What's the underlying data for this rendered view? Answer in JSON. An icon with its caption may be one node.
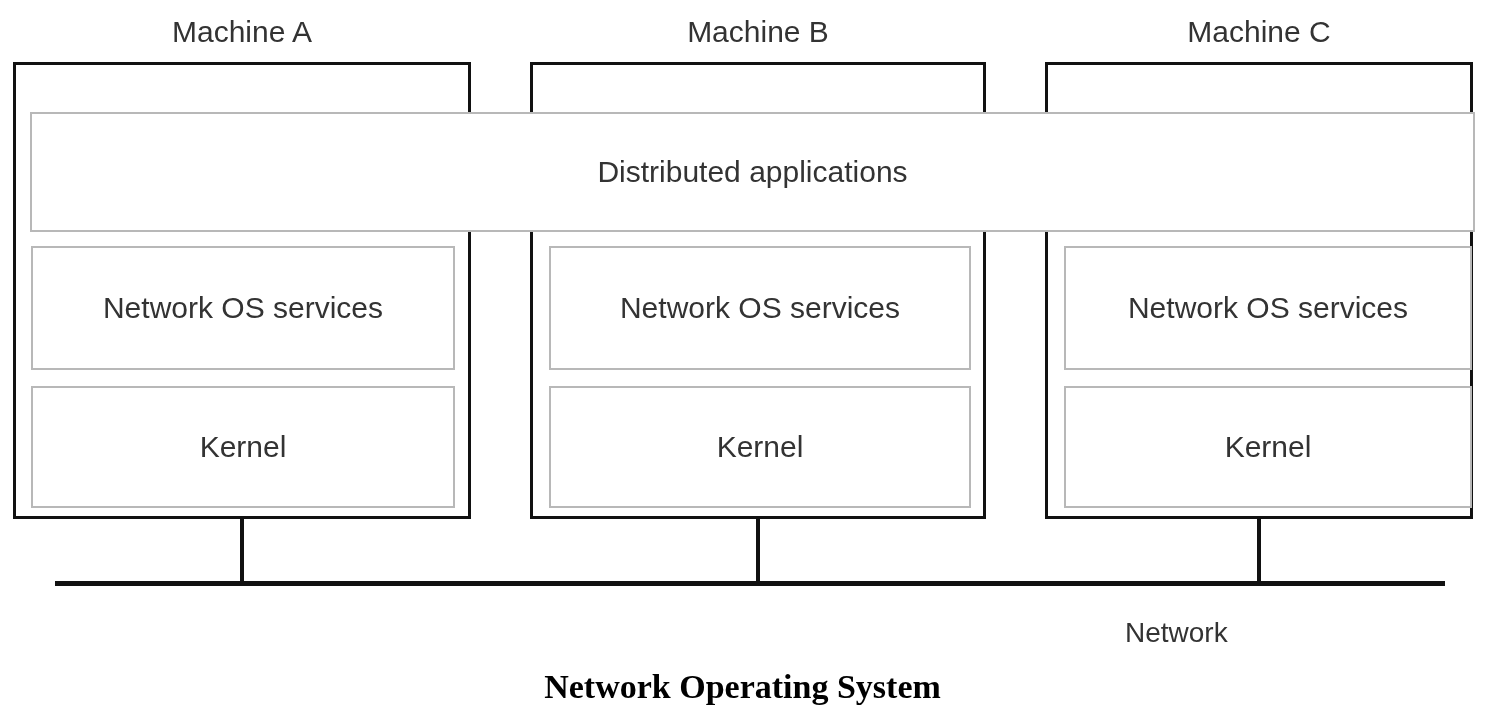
{
  "diagram": {
    "caption": "Network Operating System",
    "nodes": [
      {
        "text": [
          "Machine A"
        ]
      },
      {
        "text": [
          "Network OS services"
        ],
        "in": 0
      },
      {
        "text": [
          "Kernel"
        ],
        "in": 0
      },
      {
        "text": [
          "Machine B"
        ]
      },
      {
        "text": [
          "Network OS services"
        ],
        "in": 3
      },
      {
        "text": [
          "Kernel"
        ],
        "in": 3
      },
      {
        "text": [
          "Machine C"
        ]
      },
      {
        "text": [
          "Network OS services"
        ],
        "in": 6
      },
      {
        "text": [
          "Kernel"
        ],
        "in": 6
      },
      {
        "text": [
          "Distributed applications"
        ]
      },
      {
        "text": [],
        "shape": "bar",
        "beside": [
          "Network"
        ]
      }
    ],
    "edges": [
      {
        "from": 0,
        "to": 10,
        "arrow": "none"
      },
      {
        "from": 3,
        "to": 10,
        "arrow": "none"
      },
      {
        "from": 6,
        "to": 10,
        "arrow": "none"
      }
    ]
  }
}
